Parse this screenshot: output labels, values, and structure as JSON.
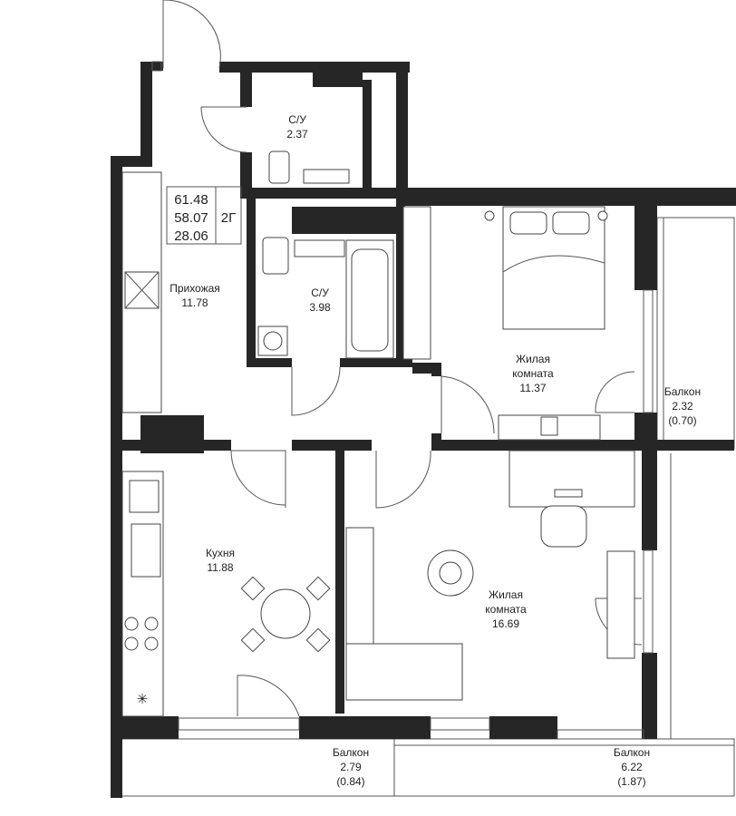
{
  "summary": {
    "total_area": "61.48",
    "living_area_total": "58.07",
    "living_area": "28.06",
    "type": "2Г"
  },
  "rooms": {
    "hallway": {
      "name": "Прихожая",
      "area": "11.78"
    },
    "bath_small": {
      "name": "С/У",
      "area": "2.37"
    },
    "bath_large": {
      "name": "С/У",
      "area": "3.98"
    },
    "bedroom": {
      "name_line1": "Жилая",
      "name_line2": "комната",
      "area": "11.37"
    },
    "balcony_right": {
      "name": "Балкон",
      "area": "2.32",
      "reduced": "(0.70)"
    },
    "kitchen": {
      "name": "Кухня",
      "area": "11.88"
    },
    "living": {
      "name_line1": "Жилая",
      "name_line2": "комната",
      "area": "16.69"
    },
    "balcony_kitchen": {
      "name": "Балкон",
      "area": "2.79",
      "reduced": "(0.84)"
    },
    "balcony_living": {
      "name": "Балкон",
      "area": "6.22",
      "reduced": "(1.87)"
    }
  },
  "colors": {
    "wall": "#262626",
    "line": "#555555"
  }
}
